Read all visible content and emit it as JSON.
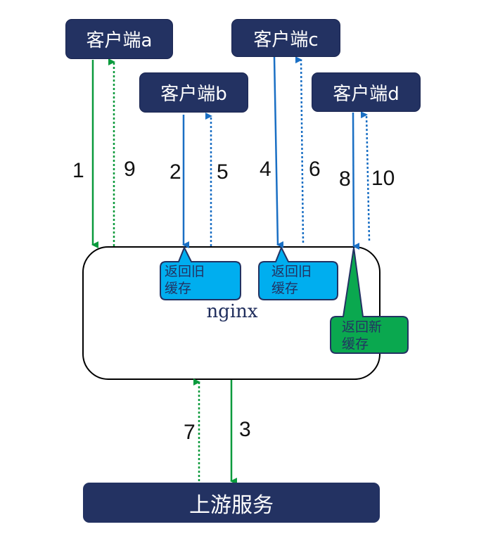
{
  "clients": [
    {
      "id": "a",
      "label": "客户端a"
    },
    {
      "id": "b",
      "label": "客户端b"
    },
    {
      "id": "c",
      "label": "客户端c"
    },
    {
      "id": "d",
      "label": "客户端d"
    }
  ],
  "nginx": {
    "label": "nginx"
  },
  "upstream": {
    "label": "上游服务"
  },
  "callouts": {
    "old_cache_1": {
      "line1": "返回旧",
      "line2": "缓存"
    },
    "old_cache_2": {
      "line1": "返回旧",
      "line2": "缓存"
    },
    "new_cache": {
      "line1": "返回新",
      "line2": "缓存"
    }
  },
  "steps": {
    "s1": "1",
    "s2": "2",
    "s3": "3",
    "s4": "4",
    "s5": "5",
    "s6": "6",
    "s7": "7",
    "s8": "8",
    "s9": "9",
    "s10": "10"
  },
  "colors": {
    "box_fill": "#233262",
    "green": "#0a9a3c",
    "blue": "#1a6fc4",
    "callout_blue": "#00aeef",
    "callout_green": "#0aa84f"
  }
}
